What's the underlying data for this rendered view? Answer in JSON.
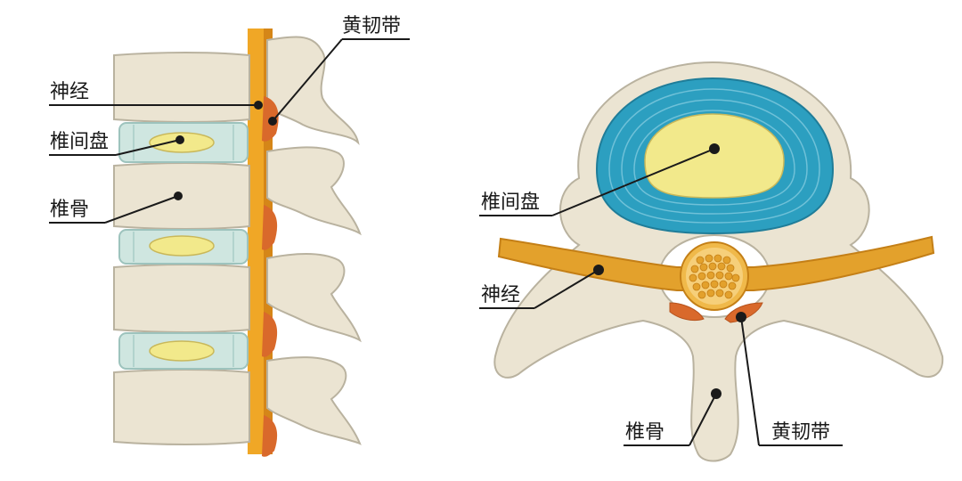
{
  "side_view": {
    "labels": {
      "nerve": "神经",
      "disc": "椎间盘",
      "vertebra": "椎骨",
      "ligament": "黄韧带"
    }
  },
  "cross_section": {
    "labels": {
      "disc": "椎间盘",
      "nerve": "神经",
      "vertebra": "椎骨",
      "ligament": "黄韧带"
    }
  },
  "colors": {
    "bone": "#ebe4d2",
    "bone_outline": "#b9b29f",
    "disc_ring": "#cfe6e0",
    "disc_ring_outline": "#9dc3bd",
    "nucleus": "#f2e98b",
    "annulus_blue": "#2c9fc0",
    "nerve": "#e3a12c",
    "nerve_dark": "#c47f16",
    "ligament": "#d9692b"
  }
}
